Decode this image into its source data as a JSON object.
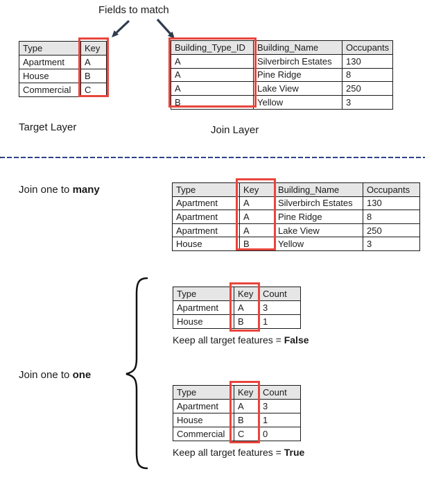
{
  "colors": {
    "red_box": "#e8453c",
    "header_bg": "#e7e6e6",
    "arrow": "#2f3b4e",
    "dash_fill": "#3a56c0",
    "dash_border": "#203268",
    "text": "#1a1a1a"
  },
  "annotation": {
    "title": "Fields to match"
  },
  "target_table": {
    "caption": "Target Layer",
    "headers": [
      "Type",
      "Key"
    ],
    "rows": [
      [
        "Apartment",
        "A"
      ],
      [
        "House",
        "B"
      ],
      [
        "Commercial",
        "C"
      ]
    ]
  },
  "join_table": {
    "caption": "Join Layer",
    "headers": [
      "Building_Type_ID",
      "Building_Name",
      "Occupants"
    ],
    "rows": [
      [
        "A",
        "Silverbirch Estates",
        "130"
      ],
      [
        "A",
        "Pine Ridge",
        "8"
      ],
      [
        "A",
        "Lake View",
        "250"
      ],
      [
        "B",
        "Yellow",
        "3"
      ]
    ]
  },
  "join_many": {
    "label_prefix": "Join one to ",
    "label_bold": "many",
    "table": {
      "headers": [
        "Type",
        "Key",
        "Building_Name",
        "Occupants"
      ],
      "rows": [
        [
          "Apartment",
          "A",
          "Silverbirch Estates",
          "130"
        ],
        [
          "Apartment",
          "A",
          "Pine Ridge",
          "8"
        ],
        [
          "Apartment",
          "A",
          "Lake View",
          "250"
        ],
        [
          "House",
          "B",
          "Yellow",
          "3"
        ]
      ]
    }
  },
  "join_one": {
    "label_prefix": "Join one to ",
    "label_bold": "one",
    "false_table": {
      "headers": [
        "Type",
        "Key",
        "Count"
      ],
      "rows": [
        [
          "Apartment",
          "A",
          "3"
        ],
        [
          "House",
          "B",
          "1"
        ]
      ],
      "caption_prefix": "Keep all target features = ",
      "caption_bold": "False"
    },
    "true_table": {
      "headers": [
        "Type",
        "Key",
        "Count"
      ],
      "rows": [
        [
          "Apartment",
          "A",
          "3"
        ],
        [
          "House",
          "B",
          "1"
        ],
        [
          "Commercial",
          "C",
          "0"
        ]
      ],
      "caption_prefix": "Keep all target features = ",
      "caption_bold": "True"
    }
  }
}
